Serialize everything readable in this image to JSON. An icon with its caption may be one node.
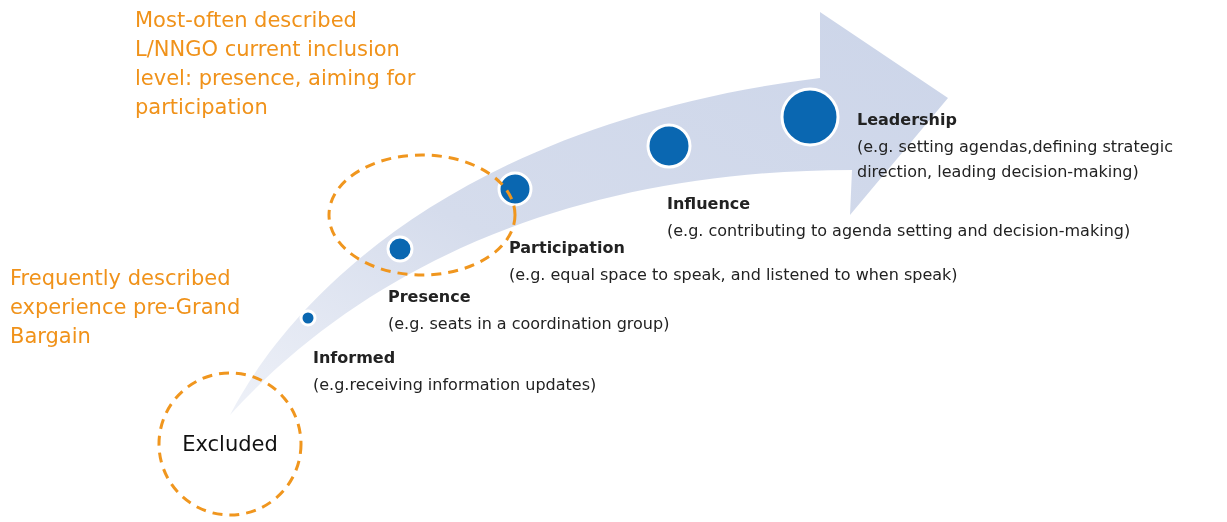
{
  "diagram": {
    "nodes": [
      {
        "text": [
          "Excluded"
        ]
      },
      {
        "text": [],
        "shape": "circle"
      },
      {
        "text": [
          "Informed",
          "(e.g.receiving information updates)"
        ]
      },
      {
        "text": [
          "Presence",
          "(e.g. seats in a coordination group)"
        ]
      },
      {
        "text": [
          "Participation",
          "(e.g. equal space to speak, and listened to when speak)"
        ]
      },
      {
        "text": [
          "Influence",
          "(e.g. contributing to agenda setting and decision-making)"
        ]
      },
      {
        "text": [
          "Leadership",
          "(e.g. setting agendas,defining strategic direction, leading decision-making)"
        ]
      }
    ],
    "edges": [],
    "labels": [
      "Most-often described L/NNGO current inclusion level: presence, aiming for participation",
      "Frequently described experience pre-Grand Bargain"
    ]
  }
}
